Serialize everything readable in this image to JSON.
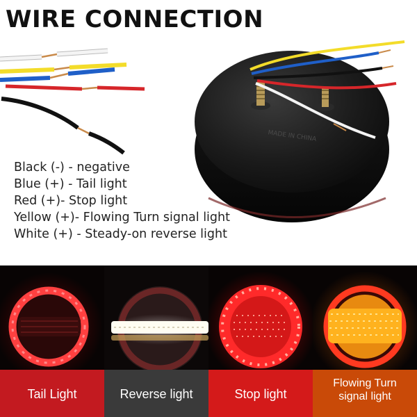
{
  "title": "WIRE CONNECTION",
  "legend": [
    "Black (-) - negative",
    "Blue (+)  - Tail light",
    "Red (+)- Stop light",
    "Yellow (+)- Flowing Turn signal light",
    "White (+) - Steady-on reverse light"
  ],
  "lamp_back_text": "MADE IN CHINA",
  "wire_colors": {
    "white": "#f2f2f2",
    "yellow": "#f3dc2a",
    "blue": "#1f5fc8",
    "red": "#d6262a",
    "black": "#111111",
    "copper": "#c98a4a"
  },
  "panels": [
    {
      "label": "Tail Light",
      "label_lines": [
        "Tail Light"
      ],
      "mode": "tail"
    },
    {
      "label": "Reverse light",
      "label_lines": [
        "Reverse light"
      ],
      "mode": "reverse"
    },
    {
      "label": "Stop light",
      "label_lines": [
        "Stop light"
      ],
      "mode": "stop"
    },
    {
      "label": "Flowing Turn signal light",
      "label_lines": [
        "Flowing Turn",
        "signal light"
      ],
      "mode": "turn"
    }
  ]
}
